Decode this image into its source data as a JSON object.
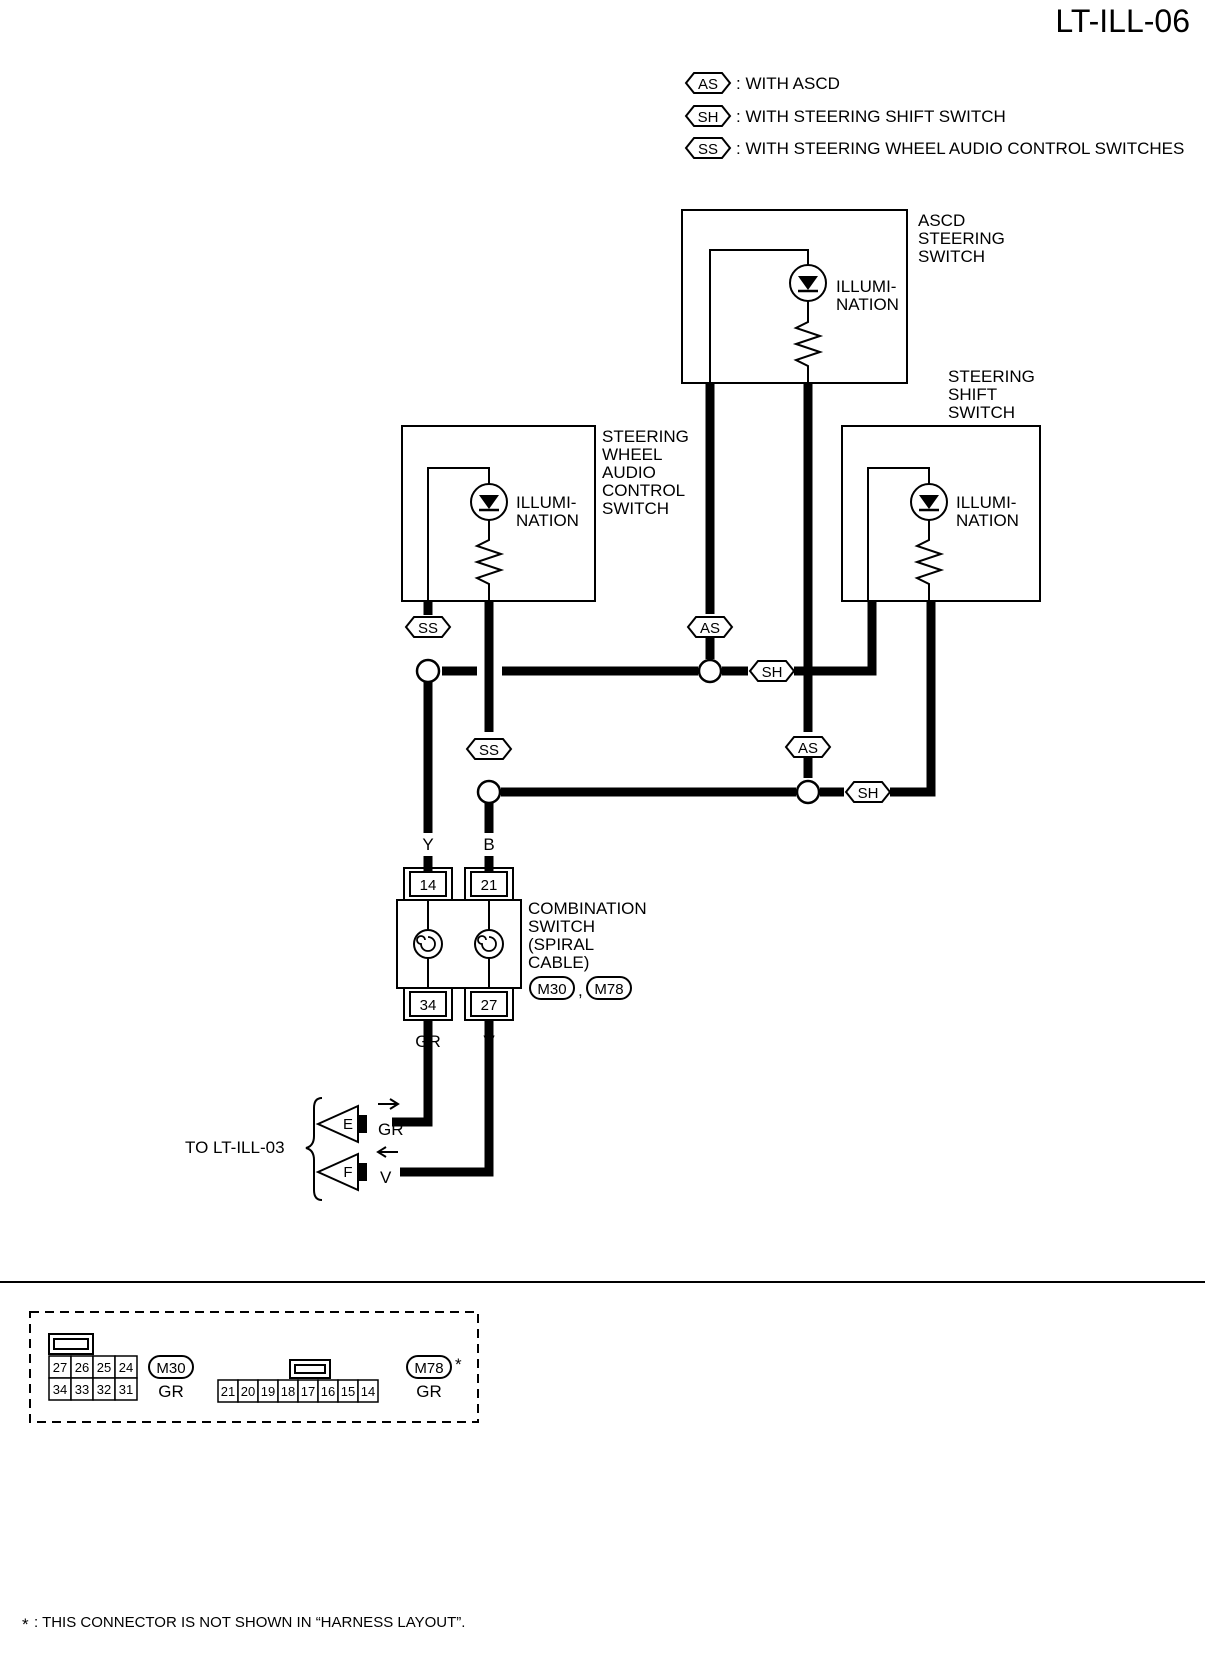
{
  "page": {
    "code": "LT-ILL-06"
  },
  "legend": [
    {
      "tag": "AS",
      "text": ": WITH ASCD"
    },
    {
      "tag": "SH",
      "text": ": WITH STEERING SHIFT SWITCH"
    },
    {
      "tag": "SS",
      "text": ": WITH STEERING WHEEL AUDIO CONTROL SWITCHES"
    }
  ],
  "components": {
    "ascd_switch": {
      "name_lines": [
        "ASCD",
        "STEERING",
        "SWITCH"
      ],
      "illum_lines": [
        "ILLUMI-",
        "NATION"
      ]
    },
    "audio_switch": {
      "name_lines": [
        "STEERING",
        "WHEEL",
        "AUDIO",
        "CONTROL",
        "SWITCH"
      ],
      "illum_lines": [
        "ILLUMI-",
        "NATION"
      ]
    },
    "shift_switch": {
      "name_lines": [
        "STEERING",
        "SHIFT",
        "SWITCH"
      ],
      "illum_lines": [
        "ILLUMI-",
        "NATION"
      ]
    },
    "combination_switch": {
      "name_lines": [
        "COMBINATION",
        "SWITCH",
        "(SPIRAL",
        "CABLE)"
      ],
      "connectors": [
        "M30",
        "M78"
      ],
      "separator": ","
    }
  },
  "wire_tags": {
    "ss_upper": "SS",
    "as_upper": "AS",
    "sh_upper": "SH",
    "ss_lower": "SS",
    "as_lower": "AS",
    "sh_lower": "SH"
  },
  "wires": {
    "color_left_top": "Y",
    "color_right_top": "B",
    "color_left_bottom": "GR",
    "color_right_bottom": "V"
  },
  "terminals": {
    "top_left": "14",
    "top_right": "21",
    "bottom_left": "34",
    "bottom_right": "27"
  },
  "destination": {
    "label": "TO LT-ILL-03",
    "conn_e": "E",
    "conn_f": "F",
    "color_e": "GR",
    "color_f": "V"
  },
  "connector_views": {
    "m30": {
      "id": "M30",
      "color": "GR",
      "top_row": [
        "27",
        "26",
        "25",
        "24"
      ],
      "bottom_row": [
        "34",
        "33",
        "32",
        "31"
      ]
    },
    "m78": {
      "id": "M78",
      "color": "GR",
      "star": "*",
      "row": [
        "21",
        "20",
        "19",
        "18",
        "17",
        "16",
        "15",
        "14"
      ]
    }
  },
  "footnote": {
    "star": "*",
    "text": ": THIS CONNECTOR IS NOT SHOWN IN “HARNESS LAYOUT”."
  }
}
